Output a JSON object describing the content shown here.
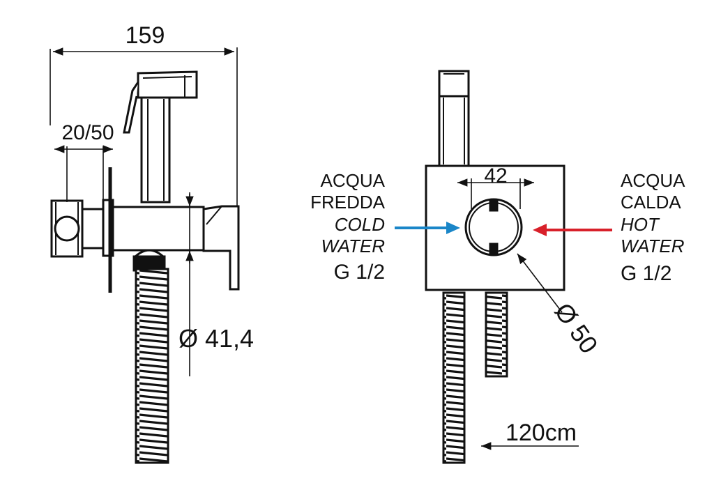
{
  "dimensions": {
    "width_total": "159",
    "projection": "20/50",
    "body_diameter": "Ø 41,4",
    "inner_width": "42",
    "plate_diameter": "Ø 50",
    "hose_length": "120cm"
  },
  "cold_water": {
    "line1": "ACQUA",
    "line2": "FREDDA",
    "line3": "COLD",
    "line4": "WATER",
    "thread": "G 1/2",
    "arrow_color": "#1a86c8"
  },
  "hot_water": {
    "line1": "ACQUA",
    "line2": "CALDA",
    "line3": "HOT",
    "line4": "WATER",
    "thread": "G 1/2",
    "arrow_color": "#d8202a"
  }
}
